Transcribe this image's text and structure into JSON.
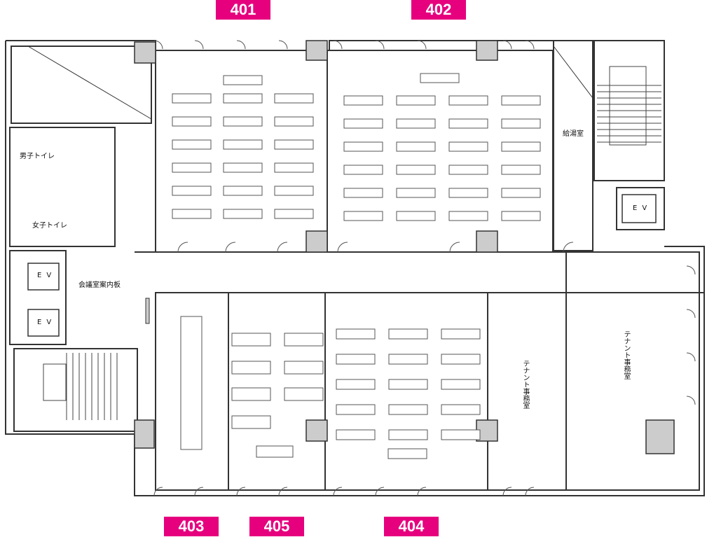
{
  "room_labels": {
    "r401": "401",
    "r402": "402",
    "r403": "403",
    "r404": "404",
    "r405": "405"
  },
  "facility_labels": {
    "mens_toilet": "男子トイレ",
    "womens_toilet": "女子トイレ",
    "kitchenette": "給湯室",
    "directory_board": "会議室案内板",
    "ev_1": "EV",
    "ev_2": "EV",
    "ev_3": "EV",
    "tenant_office_1": "テナント事務室",
    "tenant_office_2": "テナント事務室"
  },
  "colors": {
    "label_bg": "#e6007e",
    "label_text": "#ffffff",
    "wall": "#333333",
    "column_fill": "#cccccc",
    "table_stroke": "#555555"
  }
}
